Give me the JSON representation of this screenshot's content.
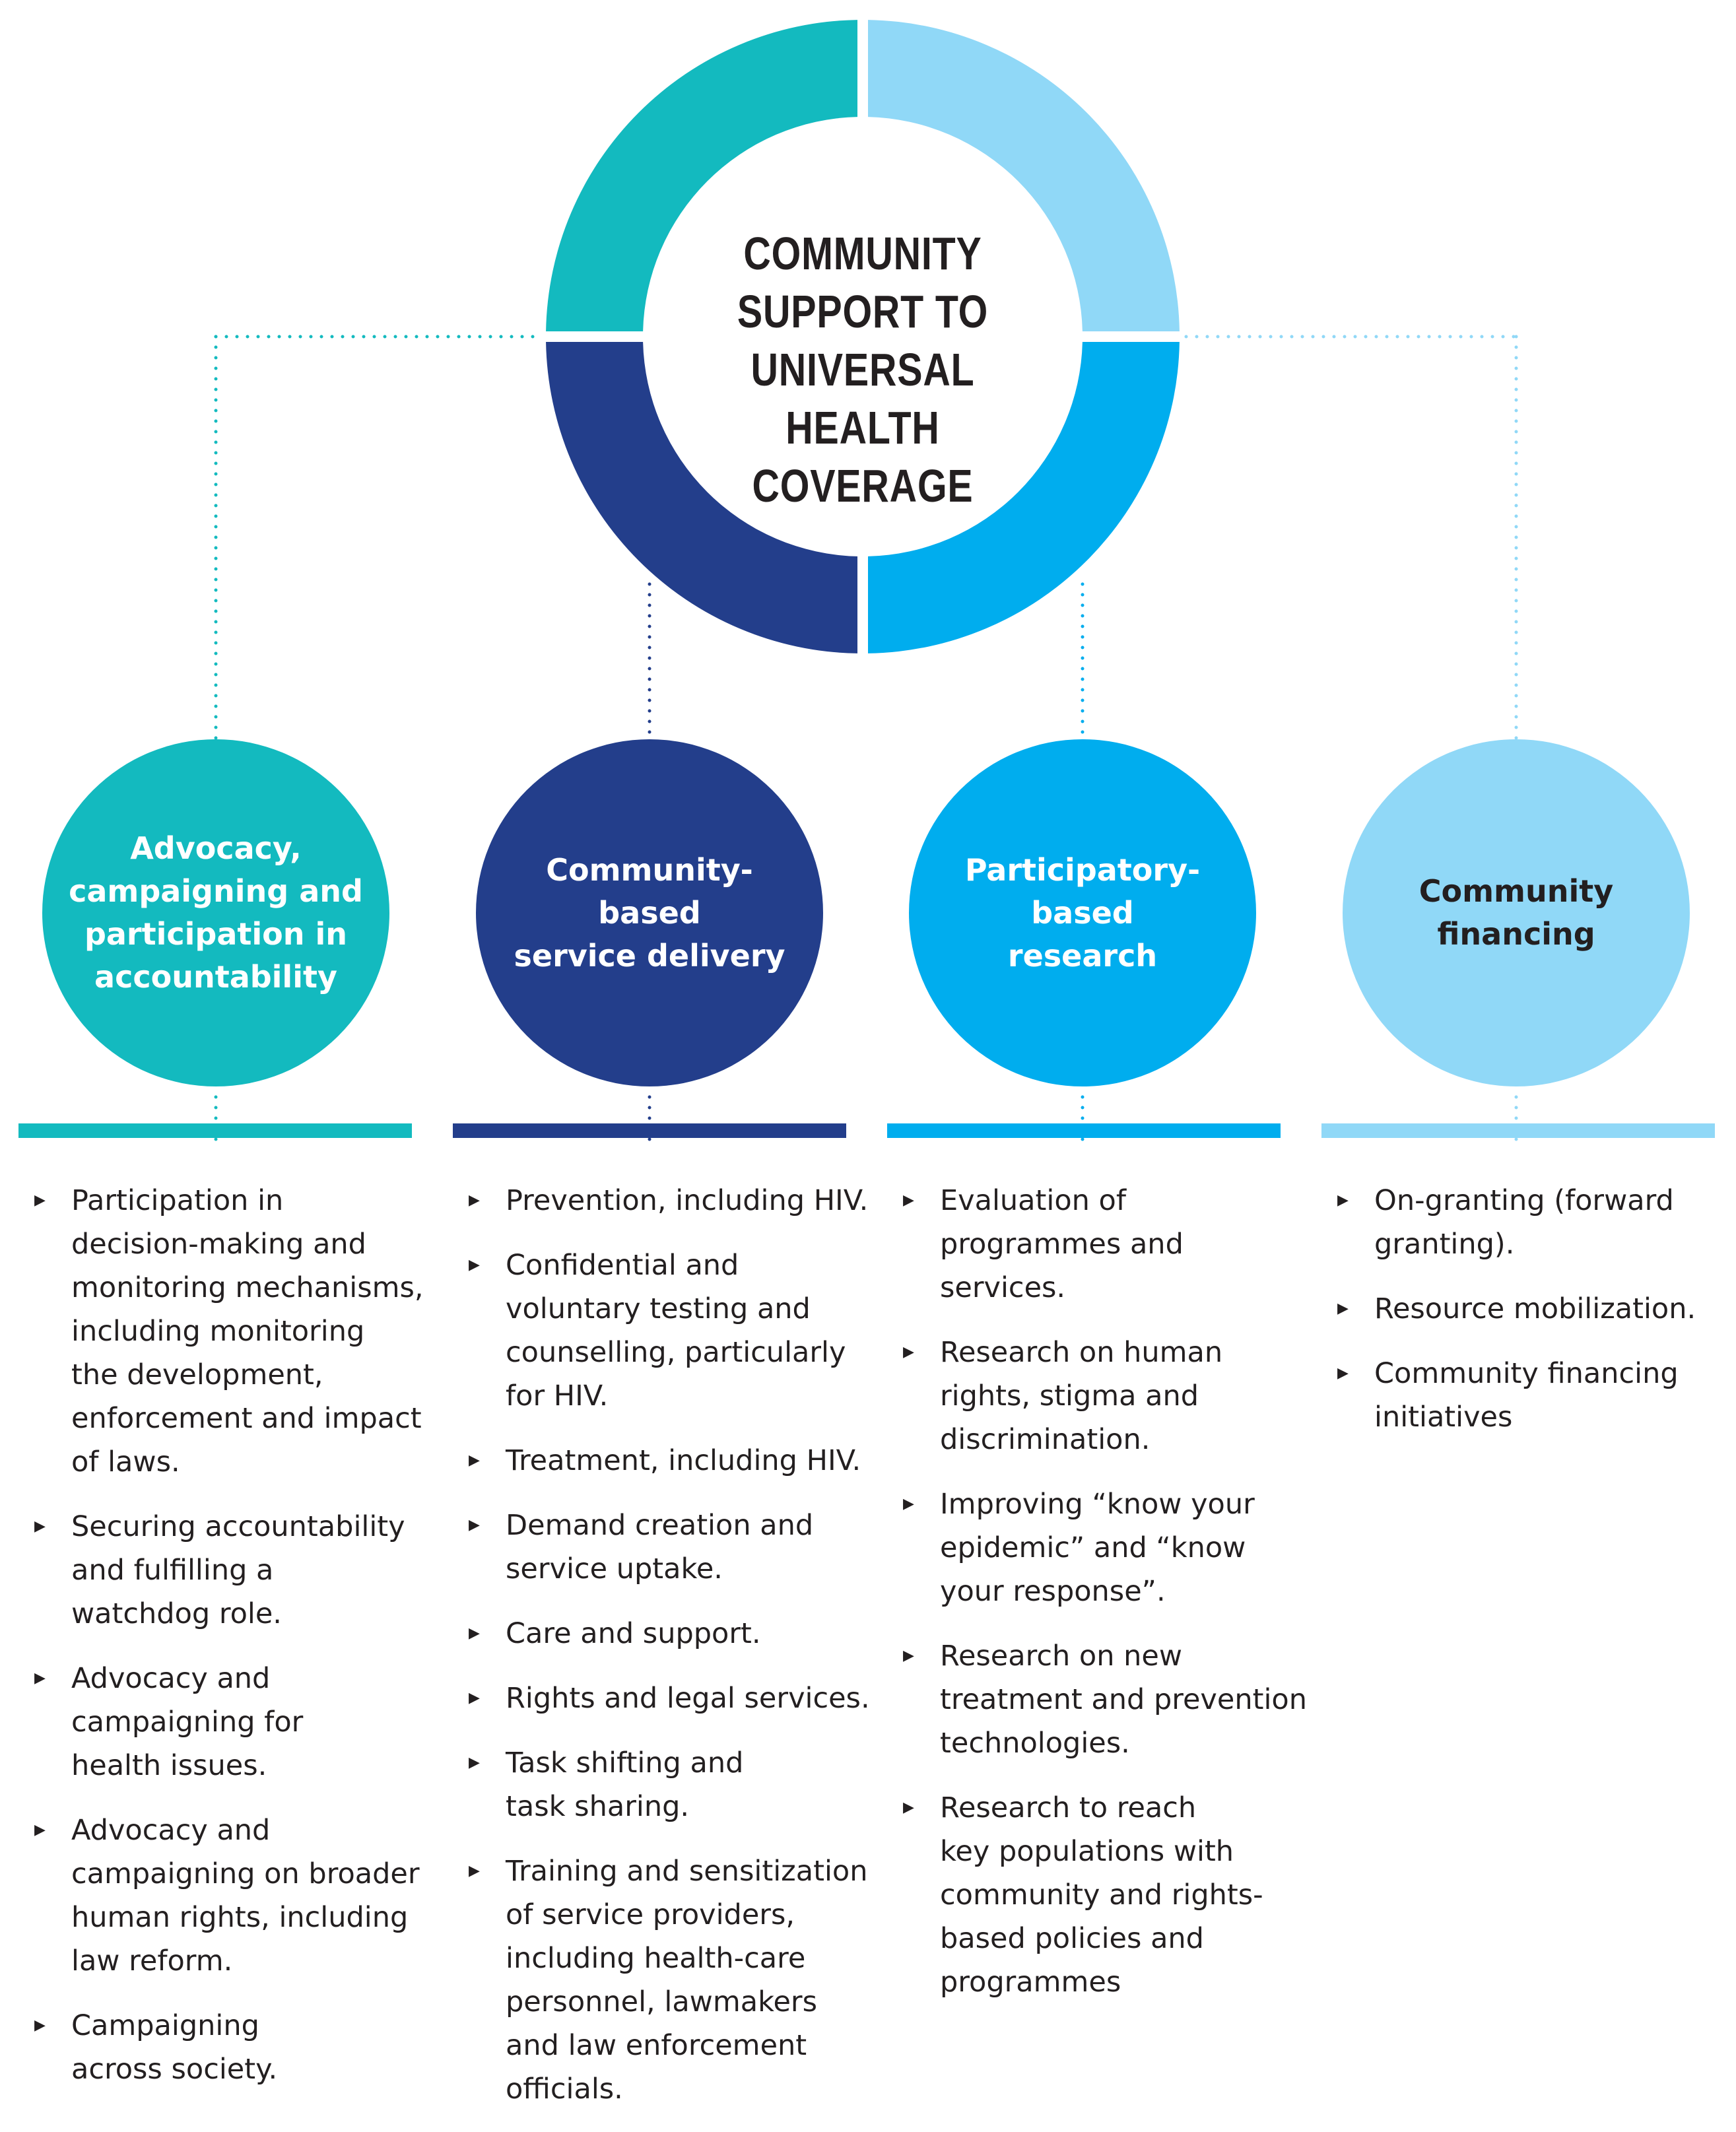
{
  "hub": {
    "title_lines": [
      "COMMUNITY",
      "SUPPORT TO",
      "UNIVERSAL HEALTH",
      "COVERAGE"
    ],
    "ring_segments": [
      {
        "name": "top-left",
        "color": "#13babf"
      },
      {
        "name": "top-right",
        "color": "#90d8f7"
      },
      {
        "name": "bottom-left",
        "color": "#233e8b"
      },
      {
        "name": "bottom-right",
        "color": "#00adee"
      }
    ]
  },
  "pillars": [
    {
      "label_lines": [
        "Advocacy,",
        "campaigning and",
        "participation in",
        "accountability"
      ],
      "color": "#13babf",
      "text_color": "#ffffff",
      "bullets": [
        [
          "Participation in",
          "decision-making and",
          "monitoring mechanisms,",
          "including monitoring",
          "the development,",
          "enforcement and impact",
          "of laws."
        ],
        [
          "Securing accountability",
          "and fulfilling a",
          "watchdog role."
        ],
        [
          "Advocacy and",
          "campaigning for",
          "health issues."
        ],
        [
          "Advocacy and",
          "campaigning on broader",
          "human rights, including",
          "law reform."
        ],
        [
          "Campaigning",
          "across society."
        ]
      ]
    },
    {
      "label_lines": [
        "Community-based",
        "service delivery"
      ],
      "color": "#233e8b",
      "text_color": "#ffffff",
      "bullets": [
        [
          "Prevention, including HIV."
        ],
        [
          "Confidential and",
          "voluntary testing and",
          "counselling, particularly",
          "for HIV."
        ],
        [
          "Treatment, including HIV."
        ],
        [
          "Demand creation and",
          "service uptake."
        ],
        [
          "Care and support."
        ],
        [
          "Rights and legal services."
        ],
        [
          "Task shifting and",
          "task sharing."
        ],
        [
          "Training and sensitization",
          "of service providers,",
          "including health-care",
          "personnel, lawmakers",
          "and law enforcement",
          "officials."
        ]
      ]
    },
    {
      "label_lines": [
        "Participatory-based",
        "research"
      ],
      "color": "#00adee",
      "text_color": "#ffffff",
      "bullets": [
        [
          "Evaluation of",
          "programmes and",
          "services."
        ],
        [
          "Research on human",
          "rights, stigma and",
          "discrimination."
        ],
        [
          "Improving “know your",
          "epidemic” and “know",
          "your response”."
        ],
        [
          "Research on new",
          "treatment and prevention",
          "technologies."
        ],
        [
          "Research to reach",
          "key populations with",
          "community and rights-",
          "based policies and",
          "programmes"
        ]
      ]
    },
    {
      "label_lines": [
        "Community",
        "financing"
      ],
      "color": "#90d8f7",
      "text_color": "#231f20",
      "bullets": [
        [
          "On-granting (forward",
          "granting)."
        ],
        [
          "Resource mobilization."
        ],
        [
          "Community financing",
          "initiatives"
        ]
      ]
    }
  ],
  "bullet_icon": "triangle-right-icon"
}
